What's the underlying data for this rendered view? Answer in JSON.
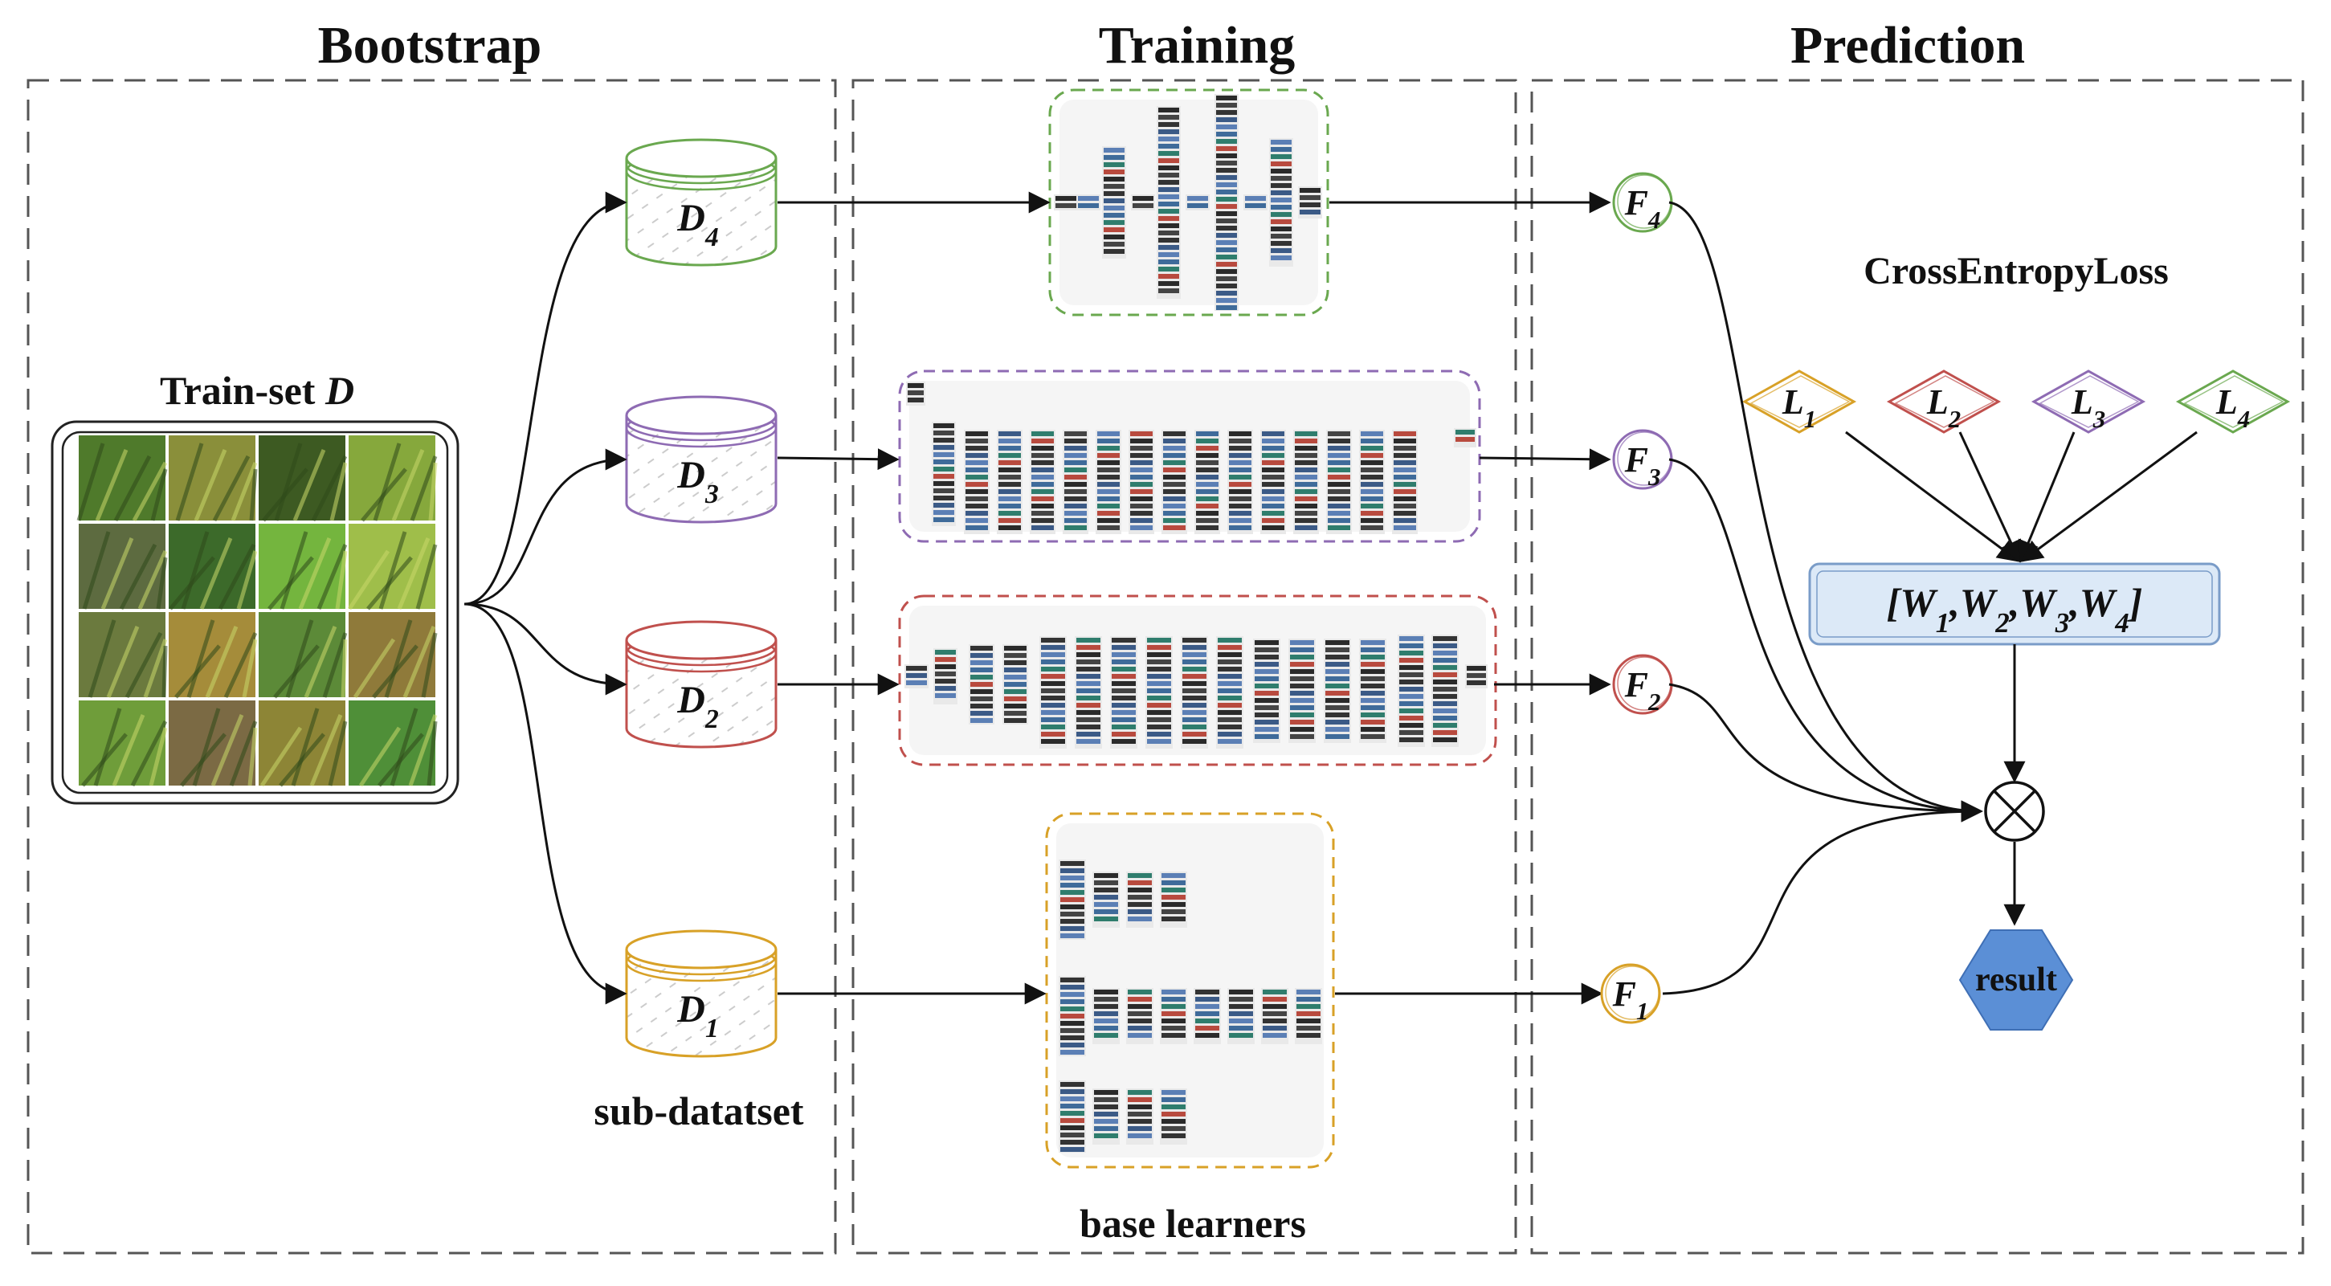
{
  "sections": {
    "bootstrap": "Bootstrap",
    "training": "Training",
    "prediction": "Prediction"
  },
  "trainset": {
    "label_main": "Train-set",
    "label_var": "D",
    "tile_colors": [
      [
        "#4f7a2b",
        "#8a8f3a",
        "#3d5a22",
        "#86a83c"
      ],
      [
        "#5d6b40",
        "#3c6a2a",
        "#74b53e",
        "#9fbe4a"
      ],
      [
        "#6b7a3e",
        "#a58c3a",
        "#5c8a38",
        "#8f7a3a"
      ],
      [
        "#6f9d3a",
        "#7b6a44",
        "#8d8536",
        "#4f8f38"
      ]
    ]
  },
  "datasets": [
    {
      "sym": "D",
      "sub": "4",
      "color": "#6aa84f"
    },
    {
      "sym": "D",
      "sub": "3",
      "color": "#8e6bb3"
    },
    {
      "sym": "D",
      "sub": "2",
      "color": "#c0504d"
    },
    {
      "sym": "D",
      "sub": "1",
      "color": "#d8a127"
    }
  ],
  "sub_dataset_label": "sub-datatset",
  "base_learners_label": "base learners",
  "features": [
    {
      "sym": "F",
      "sub": "4",
      "color": "#6aa84f"
    },
    {
      "sym": "F",
      "sub": "3",
      "color": "#8e6bb3"
    },
    {
      "sym": "F",
      "sub": "2",
      "color": "#c0504d"
    },
    {
      "sym": "F",
      "sub": "1",
      "color": "#d8a127"
    }
  ],
  "loss_title": "CrossEntropyLoss",
  "losses": [
    {
      "sym": "L",
      "sub": "1",
      "color": "#d8a127"
    },
    {
      "sym": "L",
      "sub": "2",
      "color": "#c0504d"
    },
    {
      "sym": "L",
      "sub": "3",
      "color": "#8e6bb3"
    },
    {
      "sym": "L",
      "sub": "4",
      "color": "#6aa84f"
    }
  ],
  "weights": {
    "open": "[",
    "close": "]",
    "items": [
      {
        "sym": "W",
        "sub": "1"
      },
      {
        "sym": "W",
        "sub": "2"
      },
      {
        "sym": "W",
        "sub": "3"
      },
      {
        "sym": "W",
        "sub": "4"
      }
    ]
  },
  "result_label": "result",
  "colors": {
    "dash": "#555555",
    "arrow": "#111111",
    "weight_box_fill": "#dce9f7",
    "weight_box_stroke": "#7a9cc8",
    "result_fill": "#5b8fd6"
  }
}
